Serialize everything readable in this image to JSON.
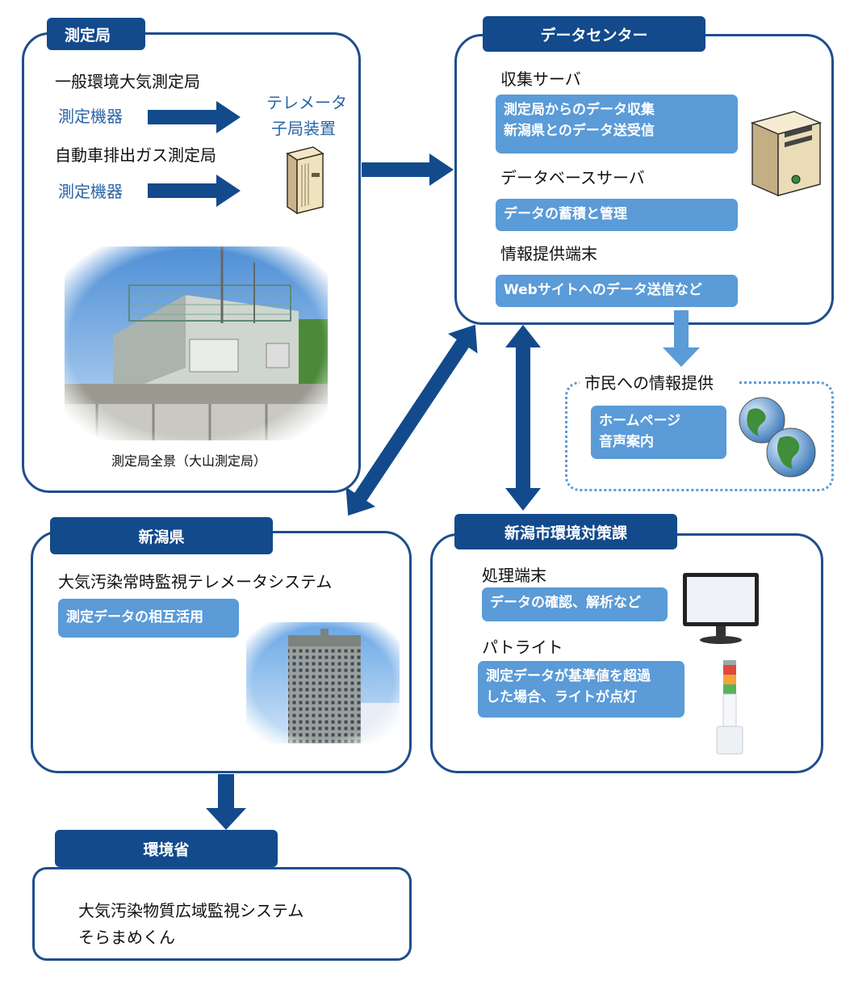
{
  "station": {
    "tab": "測定局",
    "general_station": "一般環境大気測定局",
    "equipment1": "測定機器",
    "telemeter_line1": "テレメータ",
    "telemeter_line2": "子局装置",
    "roadside_station": "自動車排出ガス測定局",
    "equipment2": "測定機器",
    "photo_caption": "測定局全景（大山測定局）"
  },
  "data_center": {
    "tab": "データセンター",
    "collection_server": "収集サーバ",
    "collection_desc1": "測定局からのデータ収集",
    "collection_desc2": "新潟県とのデータ送受信",
    "db_server": "データベースサーバ",
    "db_desc": "データの蓄積と管理",
    "info_terminal": "情報提供端末",
    "info_desc": "Webサイトへのデータ送信など"
  },
  "citizens": {
    "title": "市民への情報提供",
    "item1": "ホームページ",
    "item2": "音声案内"
  },
  "prefecture": {
    "tab": "新潟県",
    "system_name": "大気汚染常時監視テレメータシステム",
    "desc": "測定データの相互活用"
  },
  "city_dept": {
    "tab": "新潟市環境対策課",
    "terminal": "処理端末",
    "terminal_desc": "データの確認、解析など",
    "patlite": "パトライト",
    "patlite_desc1": "測定データが基準値を超過",
    "patlite_desc2": "した場合、ライトが点灯"
  },
  "ministry": {
    "tab": "環境省",
    "system_line1": "大気汚染物質広域監視システム",
    "system_line2": "そらまめくん"
  }
}
